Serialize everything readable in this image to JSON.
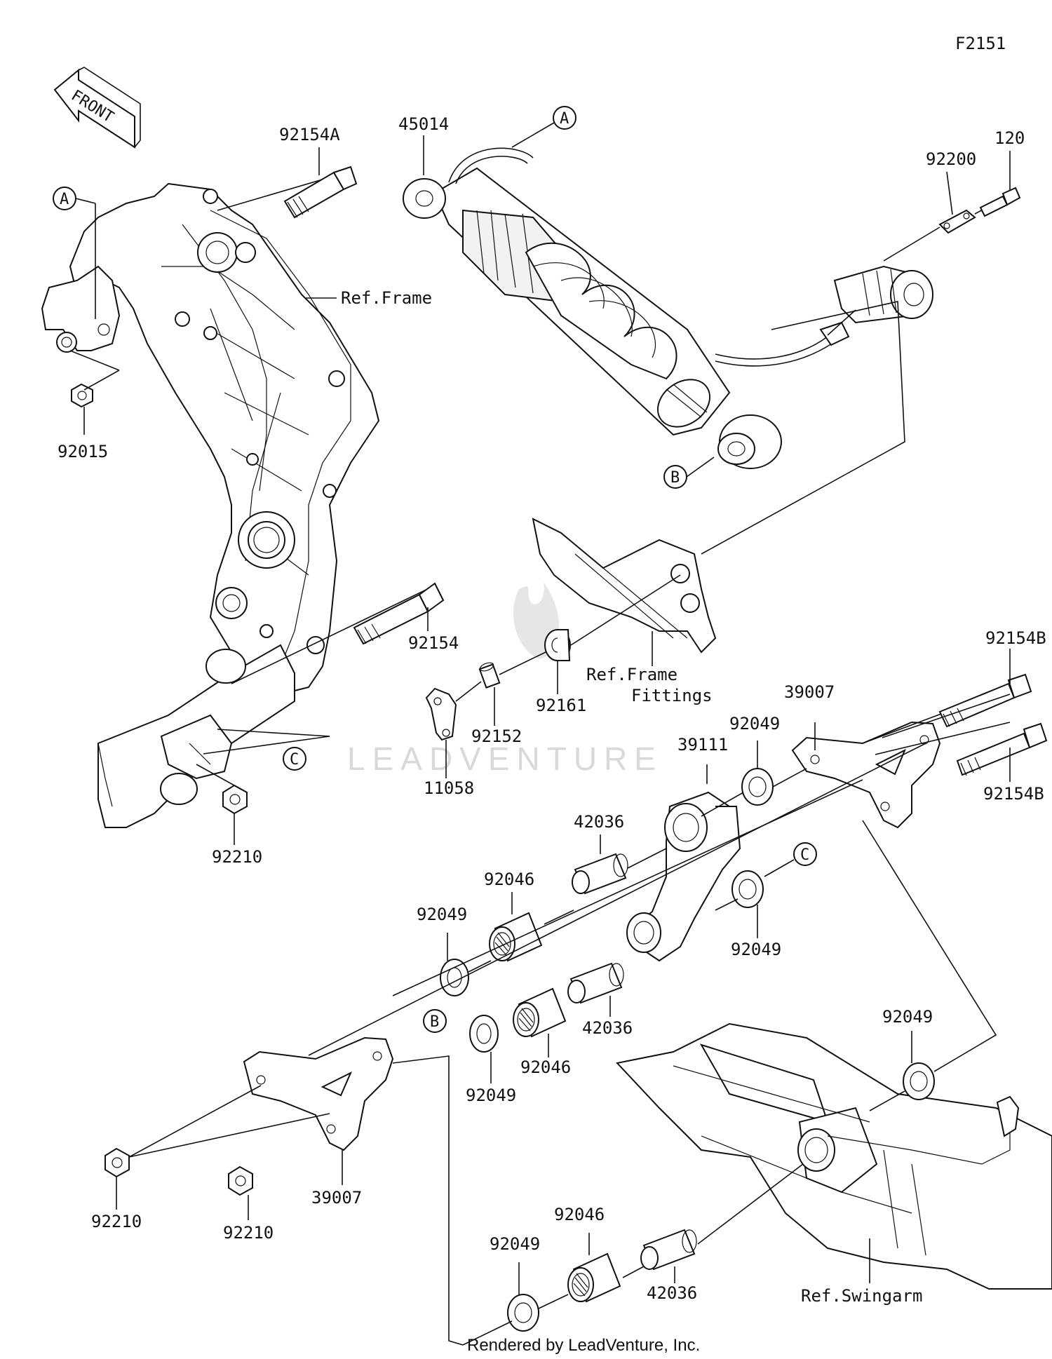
{
  "diagram": {
    "figure_id": "F2151",
    "front_label": "FRONT",
    "watermark": "LEADVENTURE",
    "credit": "Rendered by LeadVenture, Inc.",
    "callouts": {
      "a1": "A",
      "a2": "A",
      "b1": "B",
      "b2": "B",
      "c1": "C",
      "c2": "C"
    },
    "refs": {
      "frame": "Ref.Frame",
      "frame_fittings_1": "Ref.Frame",
      "frame_fittings_2": "Fittings",
      "swingarm": "Ref.Swingarm"
    },
    "parts": {
      "p92154A": "92154A",
      "p92015": "92015",
      "p45014": "45014",
      "p92200": "92200",
      "p120": "120",
      "p92154": "92154",
      "p92161": "92161",
      "p92152": "92152",
      "p11058": "11058",
      "p92210_a": "92210",
      "p92154B_a": "92154B",
      "p39007_a": "39007",
      "p92049_a": "92049",
      "p39111": "39111",
      "p92154B_b": "92154B",
      "p42036_a": "42036",
      "p92046_a": "92046",
      "p92049_b": "92049",
      "p92049_c": "92049",
      "p42036_b": "42036",
      "p92046_b": "92046",
      "p92049_d": "92049",
      "p92049_e": "92049",
      "p92210_b": "92210",
      "p92210_c": "92210",
      "p39007_b": "39007",
      "p92046_c": "92046",
      "p92049_f": "92049",
      "p42036_c": "42036"
    }
  }
}
